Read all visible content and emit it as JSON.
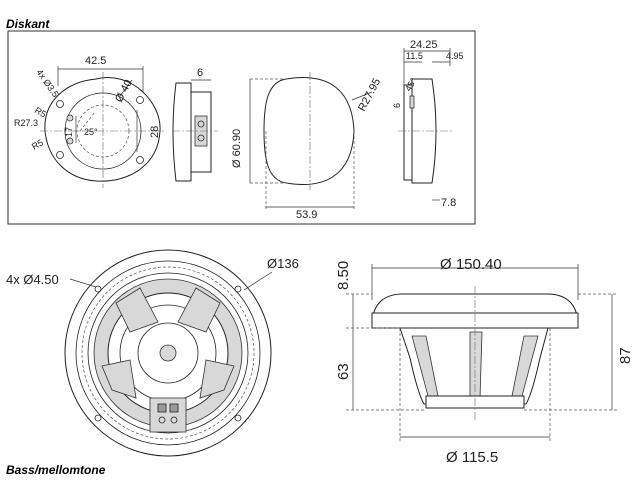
{
  "tweeter": {
    "title": "Diskant",
    "flange_width": "42.5",
    "mount_holes": "4x Ø3.5",
    "bore": "Ø 40",
    "radius_5": "R5",
    "radius_27": "R27.3",
    "radius_5b": "R5",
    "dim_17": "17",
    "angle": "25°",
    "dim_28": "28",
    "dim_6_side": "6",
    "dome_diameter": "Ø 60.90",
    "dome_radius": "R27.95",
    "dome_width": "53.9",
    "depth_total": "24.25",
    "depth_11": "11.5",
    "depth_495": "4.95",
    "chamfer_angle": "45°",
    "dim_6_profile": "6",
    "dim_78": "7.8"
  },
  "woofer": {
    "title": "Bass/mellomtone",
    "mount_holes": "4x Ø4.50",
    "basket_diameter": "Ø136",
    "flange_height": "8.50",
    "outer_diameter": "Ø 150.40",
    "mount_depth": "63",
    "total_depth": "87",
    "cutout_diameter": "Ø 115.5"
  },
  "colors": {
    "frame": "#333333",
    "line": "#222222",
    "fill_grey": "#d8d8d8"
  }
}
